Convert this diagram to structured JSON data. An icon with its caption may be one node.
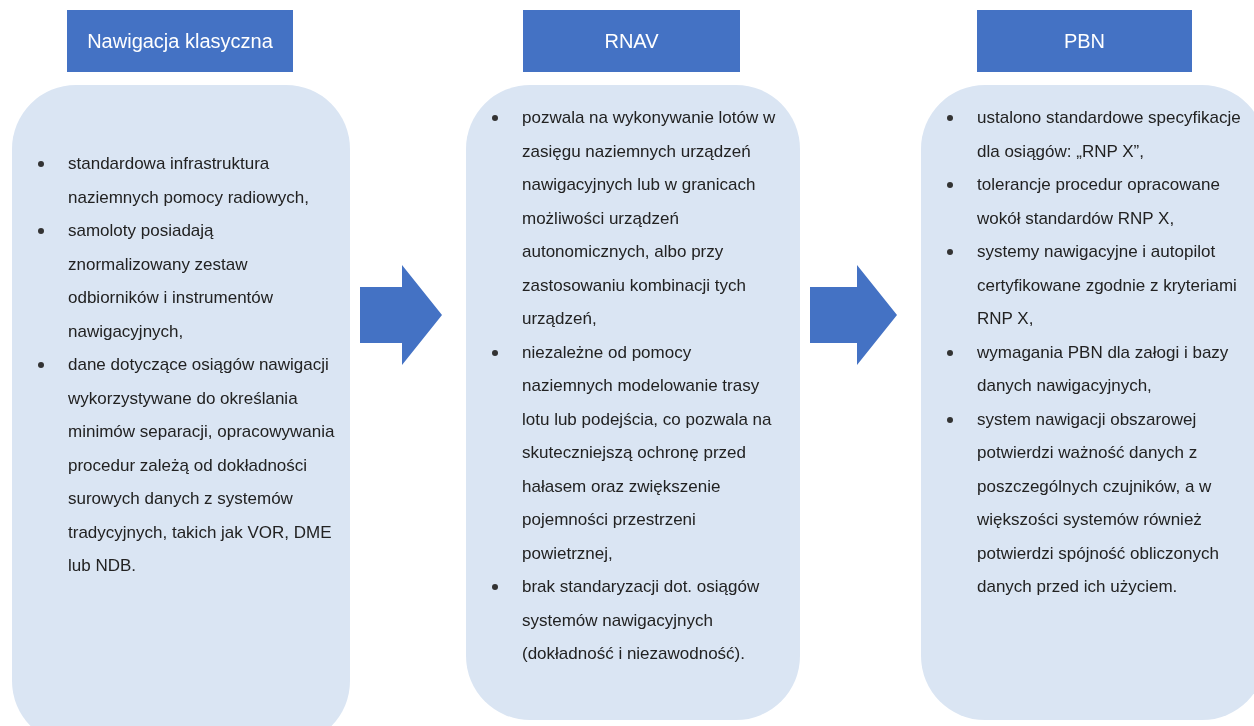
{
  "diagram": {
    "nodes": [
      {
        "text": [
          "Nawigacja klasyczna"
        ]
      },
      {
        "text": [
          "standardowa infrastruktura naziemnych pomocy radiowych,",
          "samoloty posiadają znormalizowany zestaw odbiorników i instrumentów nawigacyjnych,",
          "dane dotyczące osiągów nawigacji wykorzystywane do określania minimów separacji, opracowywania procedur zależą od dokładności surowych danych z systemów tradycyjnych, takich jak VOR, DME lub NDB."
        ]
      },
      {
        "text": [
          "RNAV"
        ]
      },
      {
        "text": [
          "pozwala na wykonywanie lotów w zasięgu naziemnych urządzeń nawigacyjnych lub w granicach możliwości urządzeń autonomicznych, albo przy zastosowaniu kombinacji tych urządzeń,",
          "niezależne od pomocy naziemnych modelowanie trasy lotu lub podejścia, co pozwala na skuteczniejszą ochronę przed hałasem oraz zwiększenie pojemności przestrzeni powietrznej,",
          "brak standaryzacji dot. osiągów systemów nawigacyjnych (dokładność i niezawodność)."
        ]
      },
      {
        "text": [
          "PBN"
        ]
      },
      {
        "text": [
          "ustalono standardowe specyfikacje dla osiągów: „RNP X”,",
          "tolerancje procedur opracowane wokół standardów RNP X,",
          "systemy nawigacyjne i autopilot certyfikowane zgodnie z kryteriami RNP X,",
          "wymagania PBN dla załogi i bazy danych nawigacyjnych,",
          "system nawigacji obszarowej potwierdzi ważność danych z poszczególnych czujników, a w większości systemów również potwierdzi spójność obliczonych danych przed ich użyciem."
        ]
      }
    ],
    "edges": [
      {
        "from": 1,
        "to": 3,
        "arrow": "to",
        "style": "thick"
      },
      {
        "from": 3,
        "to": 5,
        "arrow": "to",
        "style": "thick"
      }
    ]
  }
}
